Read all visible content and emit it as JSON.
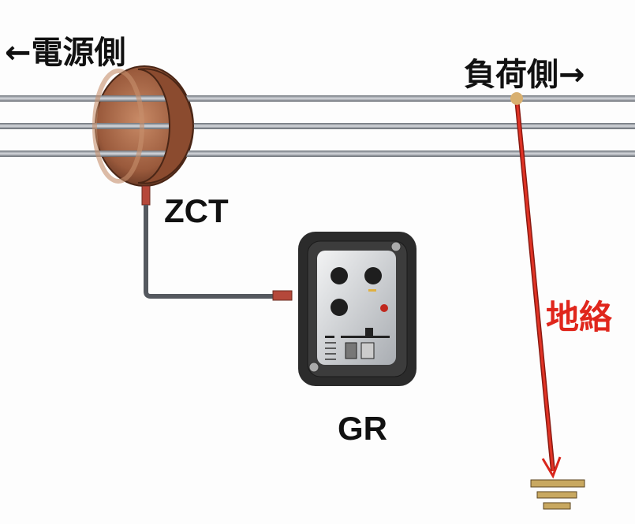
{
  "labels": {
    "source_side": "←電源側",
    "load_side": "負荷側→",
    "zct": "ZCT",
    "ground_fault": "地絡",
    "gr": "GR"
  },
  "colors": {
    "fault_line": "#d9261c",
    "toroid": "#9a5a3c",
    "wire": "#8a8f96",
    "device_body": "#2b2b2b"
  }
}
